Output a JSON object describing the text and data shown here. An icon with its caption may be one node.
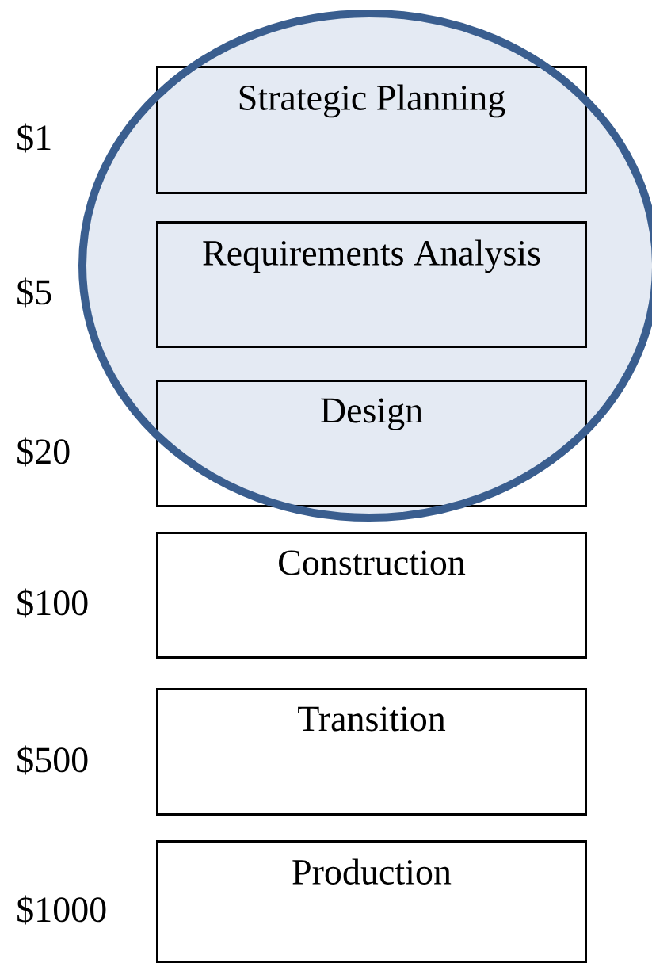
{
  "diagram": {
    "nodes": [
      {
        "text": [
          "Strategic Planning"
        ],
        "beside": [
          "$1"
        ]
      },
      {
        "text": [
          "Requirements Analysis"
        ],
        "beside": [
          "$5"
        ]
      },
      {
        "text": [
          "Design"
        ],
        "beside": [
          "$20"
        ]
      },
      {
        "text": [
          "Construction"
        ],
        "beside": [
          "$100"
        ]
      },
      {
        "text": [
          "Transition"
        ],
        "beside": [
          "$500"
        ]
      },
      {
        "text": [
          "Production"
        ],
        "beside": [
          "$1000"
        ]
      }
    ]
  }
}
